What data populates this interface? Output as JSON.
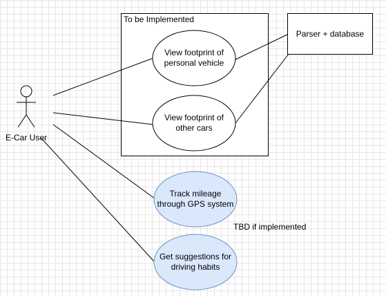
{
  "diagram": {
    "boundary": {
      "label": "To be Implemented"
    },
    "actor": {
      "label": "E-Car User"
    },
    "system": {
      "label": "Parser + database"
    },
    "use_cases": [
      {
        "lines": [
          "View footprint of",
          "personal vehicle"
        ],
        "status": "planned",
        "fill": "#ffffff"
      },
      {
        "lines": [
          "View footprint of",
          "other cars"
        ],
        "status": "planned",
        "fill": "#ffffff"
      },
      {
        "lines": [
          "Track mileage",
          "through GPS system"
        ],
        "status": "tbd",
        "fill": "#dae8fc"
      },
      {
        "lines": [
          "Get suggestions for",
          "driving habits"
        ],
        "status": "tbd",
        "fill": "#dae8fc"
      }
    ],
    "note": {
      "label": "TBD if implemented"
    },
    "colors": {
      "stroke": "#000000",
      "tbd_fill": "#dae8fc",
      "tbd_stroke": "#6c8ebf",
      "grid": "#e6e6e6"
    }
  }
}
